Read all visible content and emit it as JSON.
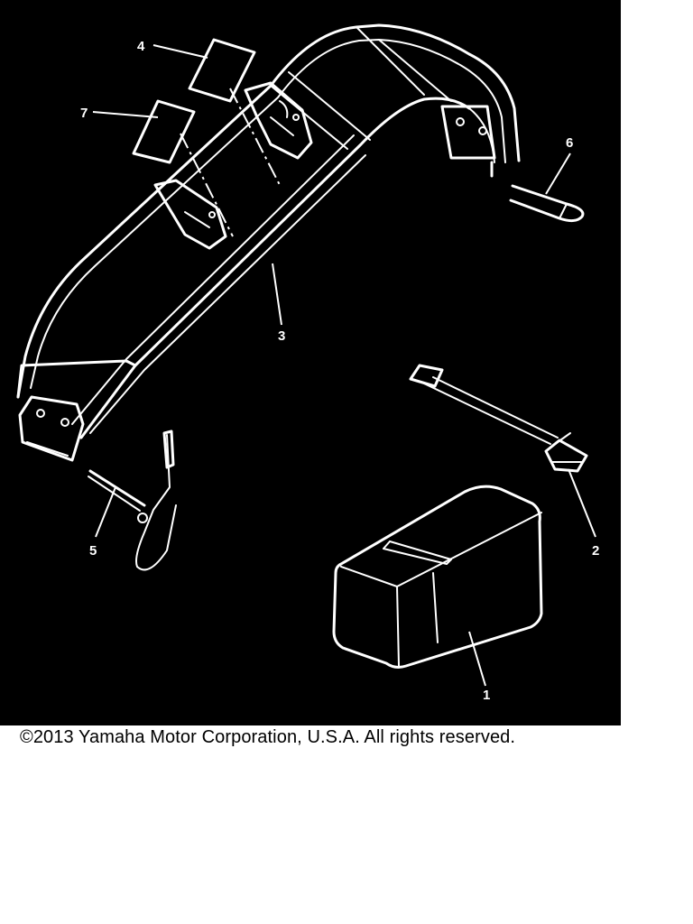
{
  "diagram": {
    "callouts": [
      {
        "id": "1",
        "label": "1"
      },
      {
        "id": "2",
        "label": "2"
      },
      {
        "id": "3",
        "label": "3"
      },
      {
        "id": "4",
        "label": "4"
      },
      {
        "id": "5",
        "label": "5"
      },
      {
        "id": "6",
        "label": "6"
      },
      {
        "id": "7",
        "label": "7"
      }
    ],
    "colors": {
      "background": "#000000",
      "linework": "#ffffff",
      "page": "#ffffff"
    }
  },
  "footer": {
    "copyright": "©2013 Yamaha Motor Corporation, U.S.A. All rights reserved."
  }
}
